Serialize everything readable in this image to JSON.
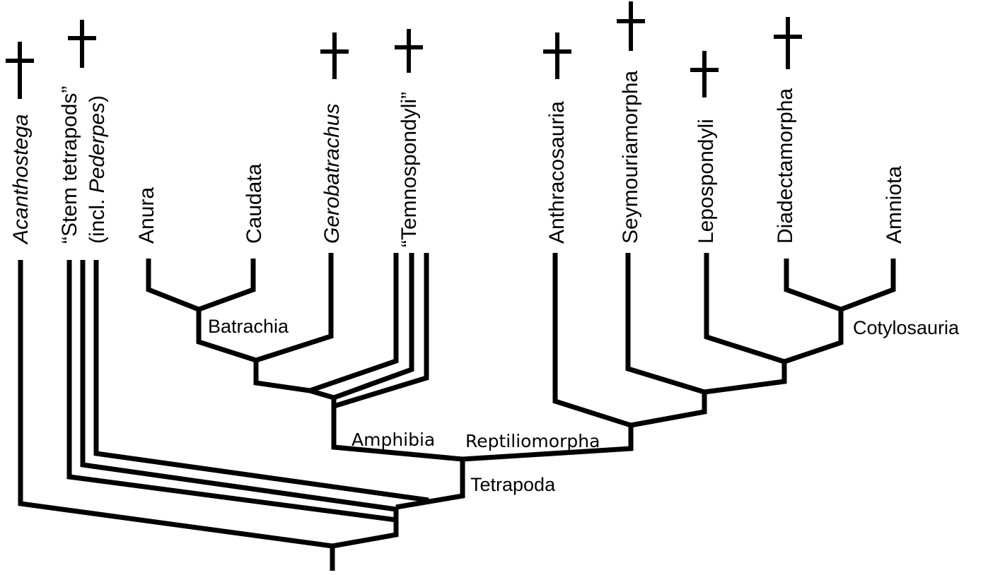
{
  "taxa": {
    "acanthostega": "Acanthostega",
    "stem_line1": "“Stem tetrapods”",
    "stem_line2_pre": "(incl. ",
    "stem_line2_italic": "Pederpes",
    "stem_line2_post": ")",
    "anura": "Anura",
    "caudata": "Caudata",
    "gerobatrachus": "Gerobatrachus",
    "temnospondyli": "“Temnospondyli”",
    "anthracosauria": "Anthracosauria",
    "seymouriamorpha": "Seymouriamorpha",
    "lepospondyli": "Lepospondyli",
    "diadectamorpha": "Diadectamorpha",
    "amniota": "Amniota"
  },
  "clades": {
    "batrachia": "Batrachia",
    "amphibia": "Amphibia",
    "reptiliomorpha": "Reptiliomorpha",
    "tetrapoda": "Tetrapoda",
    "cotylosauria": "Cotylosauria"
  },
  "extinct_marker": "†",
  "extinct_taxa": [
    "Acanthostega",
    "Stem tetrapods",
    "Gerobatrachus",
    "Temnospondyli",
    "Anthracosauria",
    "Seymouriamorpha",
    "Lepospondyli",
    "Diadectamorpha"
  ]
}
